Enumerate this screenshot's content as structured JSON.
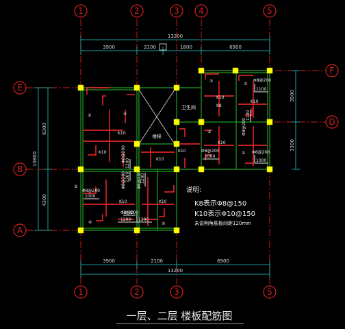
{
  "drawing": {
    "caption": "一层、二层 楼板配筋图",
    "axes_vertical": [
      "1",
      "2",
      "3",
      "4",
      "5"
    ],
    "axes_horizontal": [
      "F",
      "E",
      "D",
      "B",
      "A"
    ],
    "dims_top_total": "13200",
    "dims_top_segments": [
      "3900",
      "2100",
      "1800",
      "6900"
    ],
    "dims_bottom_segments": [
      "3900",
      "2100",
      "6900"
    ],
    "dims_bottom_total": "13200",
    "dims_left_total": "10800",
    "dims_left_segments": [
      "6300",
      "4300"
    ],
    "dims_right_segments": [
      "3500",
      "3300"
    ],
    "notes_title": "说明:",
    "notes_lines": [
      "K8表示Φ8@150",
      "K10表示Φ10@150",
      "未说明角筋板间距120mm"
    ],
    "room_labels": {
      "stair": "楼梯",
      "bathroom": "卫生间"
    },
    "slab_labels": [
      "K10",
      "K10",
      "K10",
      "K10",
      "K10",
      "K10",
      "K8",
      "K10",
      "K10",
      "K10"
    ],
    "rebar_callouts": [
      "Φ8@200",
      "Φ8@200",
      "Φ8@200",
      "Φ8@200",
      "Φ8@200",
      "Φ8@200",
      "Φ8@200",
      "Φ8@200",
      "Φ8@200"
    ],
    "rebar_lengths": [
      "1100",
      "1100",
      "1000",
      "1000",
      "1200",
      "1200",
      "1200",
      "1000",
      "1200",
      "1200",
      "1000"
    ],
    "slab_numbers": [
      "①",
      "②",
      "③",
      "②",
      "③",
      "①",
      "③",
      "④",
      "④"
    ]
  }
}
